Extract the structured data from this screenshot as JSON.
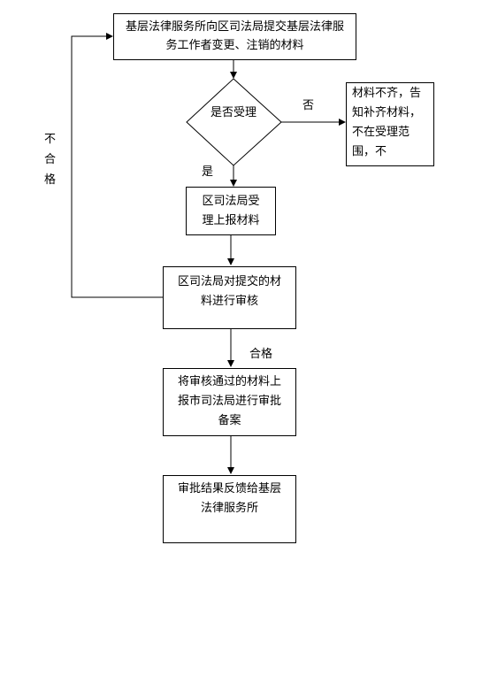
{
  "nodes": {
    "start": "基层法律服务所向区司法局提交基层法律服务工作者变更、注销的材料",
    "decision": "是否受理",
    "reject": "材料不齐，告知补齐材料，不在受理范围，不",
    "accept": "区司法局受理上报材料",
    "review": "区司法局对提交的材料进行审核",
    "submit": "将审核通过的材料上报市司法局进行审批备案",
    "feedback": "审批结果反馈给基层法律服务所"
  },
  "labels": {
    "no": "否",
    "yes": "是",
    "pass": "合格",
    "fail": "不合格"
  }
}
